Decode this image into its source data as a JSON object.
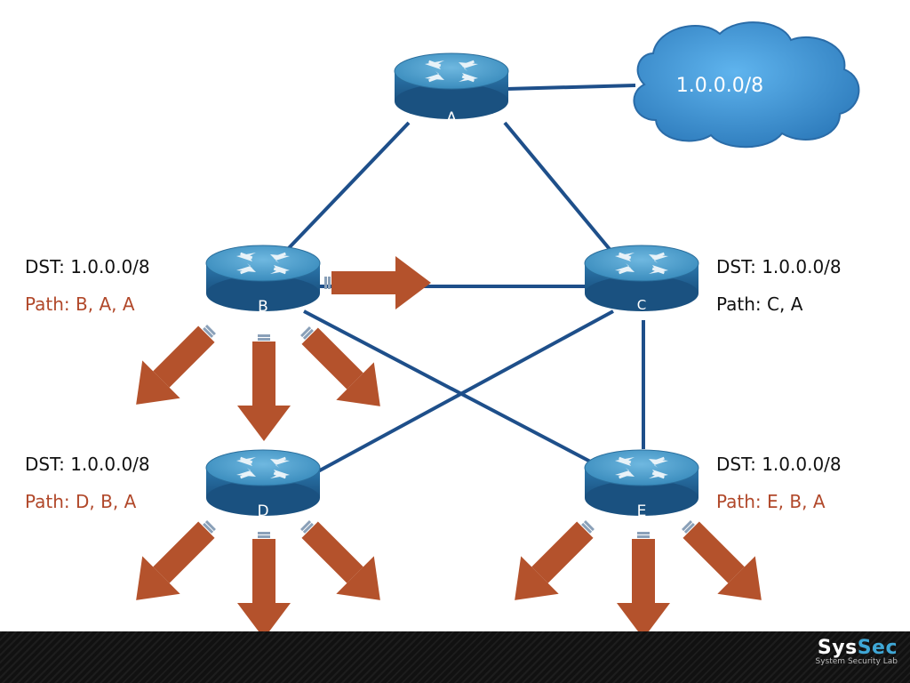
{
  "cloud": {
    "label": "1.0.0.0/8"
  },
  "routers": {
    "A": {
      "label": "A"
    },
    "B": {
      "label": "B"
    },
    "C": {
      "label": "C"
    },
    "D": {
      "label": "D"
    },
    "E": {
      "label": "E"
    }
  },
  "tables": {
    "B": {
      "dst": "DST: 1.0.0.0/8",
      "path_prefix": "Path: B, A",
      "path_extra": ", A"
    },
    "C": {
      "dst": "DST: 1.0.0.0/8",
      "path_prefix": "Path: C, A",
      "path_extra": ""
    },
    "D": {
      "dst": "DST: 1.0.0.0/8",
      "path_prefix": "Path: D, B",
      "path_extra": ", A"
    },
    "E": {
      "dst": "DST: 1.0.0.0/8",
      "path_prefix": "Path: E, B",
      "path_extra": ", A"
    }
  },
  "footer": {
    "brand_part1": "Sys",
    "brand_part2": "Sec",
    "brand_sub": "System Security Lab"
  },
  "colors": {
    "link": "#1e4f8a",
    "arrow": "#b4522c",
    "router_top": "#4a9cc9",
    "router_side": "#22679a",
    "cloud": "#3a8fd0"
  }
}
